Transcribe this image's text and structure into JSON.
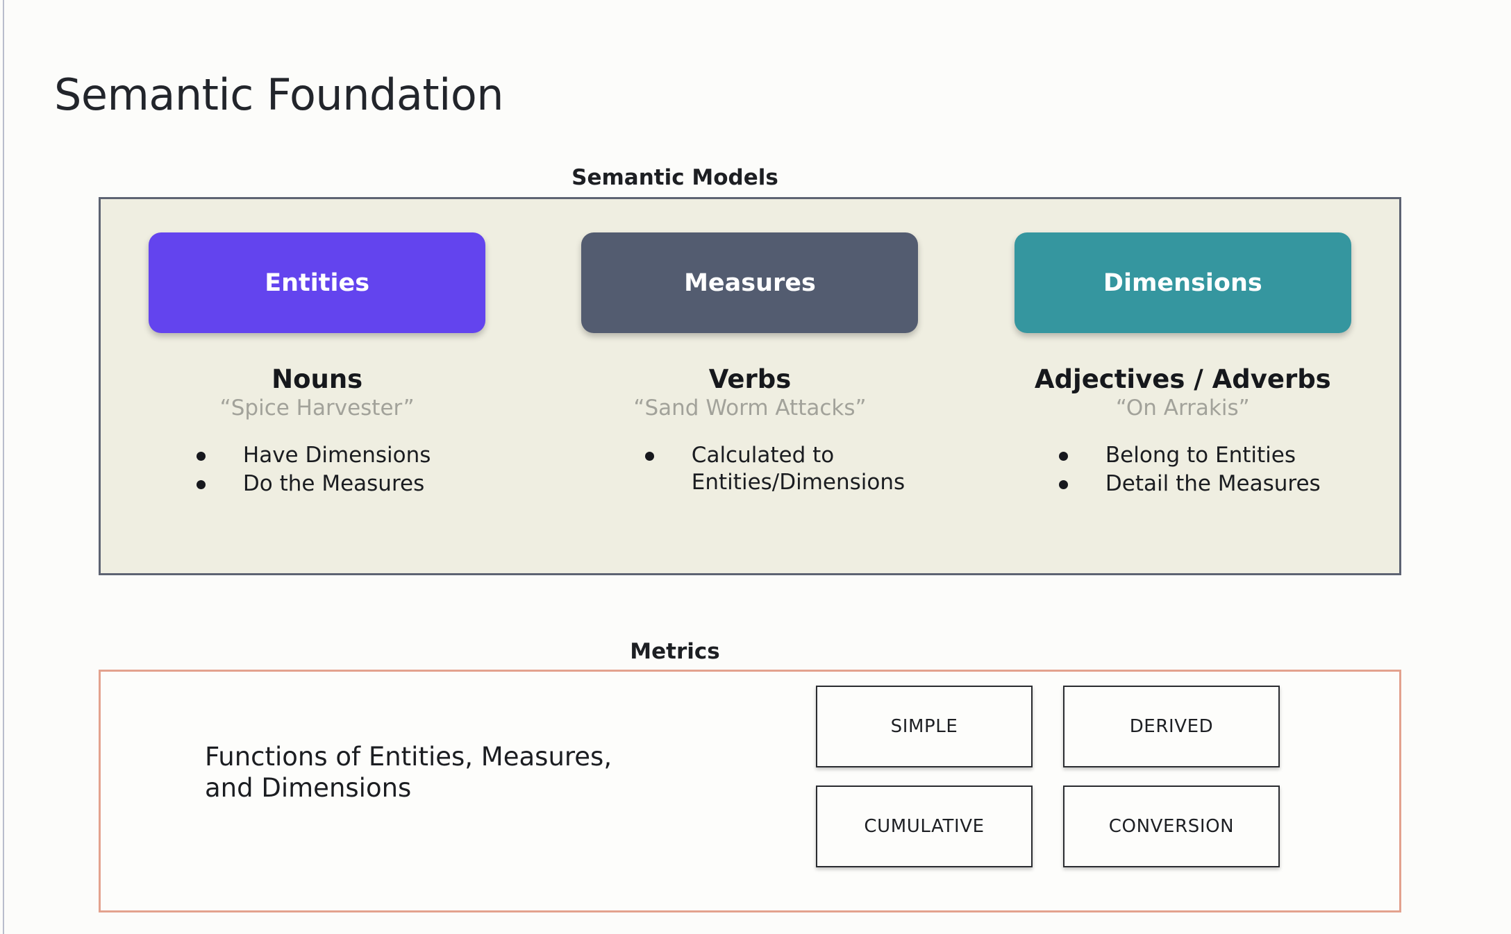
{
  "slide": {
    "title": "Semantic Foundation",
    "background_color": "#fcfcfa"
  },
  "semantic_models": {
    "caption": "Semantic Models",
    "panel_fill": "#efeee1",
    "panel_border": "#5d6372",
    "columns": [
      {
        "pill_label": "Entities",
        "pill_color": "#6344ee",
        "part_of_speech": "Nouns",
        "example": "“Spice Harvester”",
        "bullets": [
          "Have Dimensions",
          "Do the Measures"
        ]
      },
      {
        "pill_label": "Measures",
        "pill_color": "#535c70",
        "part_of_speech": "Verbs",
        "example": "“Sand Worm Attacks”",
        "bullets": [
          "Calculated to\nEntities/Dimensions"
        ]
      },
      {
        "pill_label": "Dimensions",
        "pill_color": "#35969f",
        "part_of_speech": "Adjectives / Adverbs",
        "example": "“On Arrakis”",
        "bullets": [
          "Belong to Entities",
          "Detail the Measures"
        ]
      }
    ]
  },
  "metrics": {
    "caption": "Metrics",
    "panel_border": "#e3a28e",
    "description": "Functions of Entities, Measures,\nand Dimensions",
    "types": [
      "SIMPLE",
      "DERIVED",
      "CUMULATIVE",
      "CONVERSION"
    ]
  }
}
